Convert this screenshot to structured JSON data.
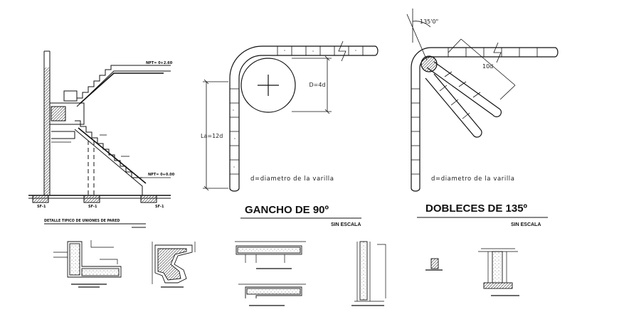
{
  "hook90": {
    "title": "GANCHO DE 90º",
    "scale": "SIN ESCALA",
    "note": "d=diametro de la varilla",
    "dim_length": "La=12d",
    "dim_diameter": "D=4d"
  },
  "bend135": {
    "title": "DOBLECES DE 135º",
    "scale": "SIN ESCALA",
    "note": "d=diametro de la varilla",
    "dim_angle": "135'0\"",
    "dim_length": "10d"
  },
  "stair": {
    "caption": "DETALLE TIPICO DE UNIONES DE PARED",
    "level_top": "NPT= 0+2.60",
    "level_bottom": "NPT= 0+0.00",
    "footing_labels": [
      "SF-1",
      "SF-1",
      "SF-1"
    ]
  }
}
